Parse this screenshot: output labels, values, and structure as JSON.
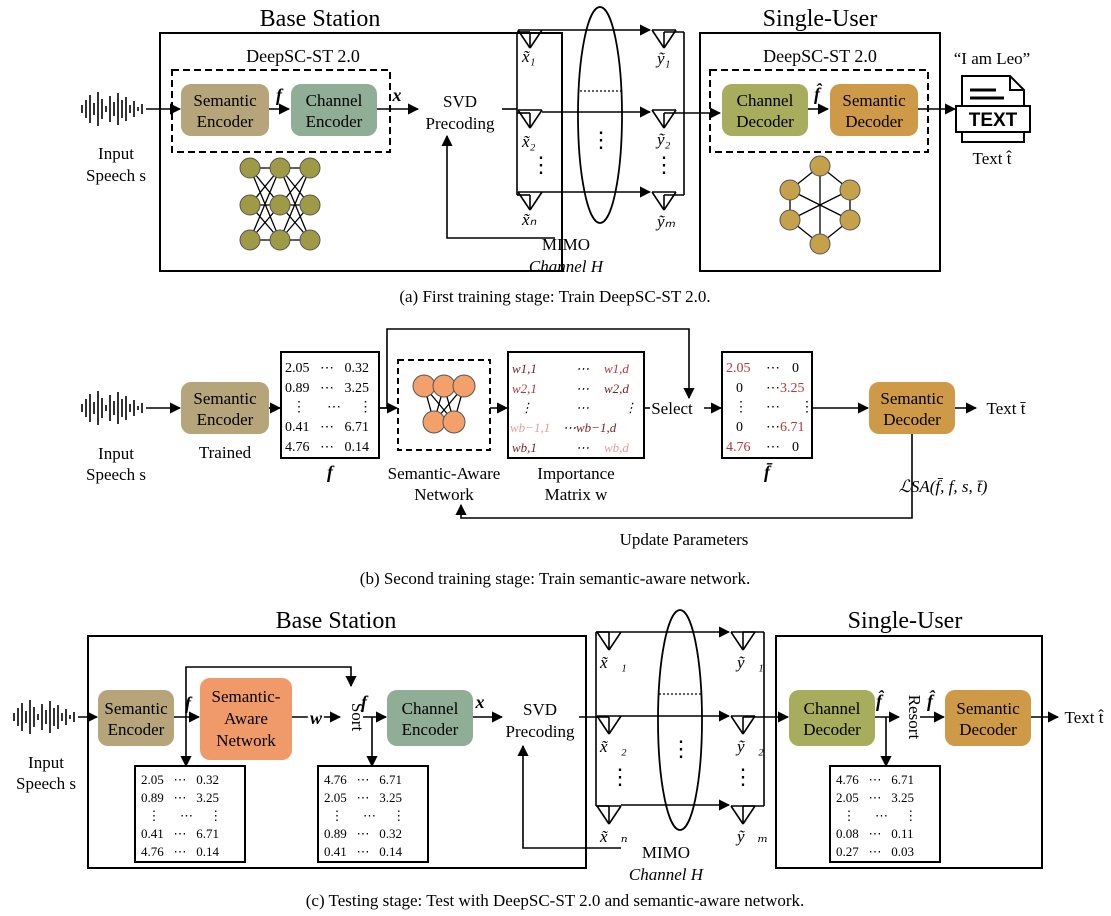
{
  "colors": {
    "semantic_encoder": "#b6a57a",
    "channel_encoder": "#8fae95",
    "channel_decoder": "#a7ad5c",
    "semantic_decoder": "#cf9a48",
    "semantic_aware": "#ef9a68",
    "node_olive": "#9e9a45",
    "node_orange": "#f3a06a",
    "node_gold": "#c4a14a",
    "dark_red": "#7a1f1f",
    "mid_red": "#b23a3a",
    "light_red": "#ea9a9a"
  },
  "panel_a": {
    "caption": "(a) First training stage: Train DeepSC-ST 2.0.",
    "base_station_title": "Base Station",
    "single_user_title": "Single-User",
    "deepsc_left": "DeepSC-ST 2.0",
    "deepsc_right": "DeepSC-ST 2.0",
    "semantic_encoder": [
      "Semantic",
      "Encoder"
    ],
    "channel_encoder": [
      "Channel",
      "Encoder"
    ],
    "channel_decoder": [
      "Channel",
      "Decoder"
    ],
    "semantic_decoder": [
      "Semantic",
      "Decoder"
    ],
    "svd": [
      "SVD",
      "Precoding"
    ],
    "input": [
      "Input",
      "Speech s"
    ],
    "mimo": [
      "MIMO",
      "Channel H"
    ],
    "quote": "“I am Leo”",
    "doc_label": "TEXT",
    "text_out": "Text t̂",
    "f_label": "f",
    "x_label": "x",
    "fhat_label": "f̂",
    "tx_labels": [
      "x̃₁",
      "x̃₂",
      "x̃ₙ"
    ],
    "rx_labels": [
      "ỹ₁",
      "ỹ₂",
      "ỹₘ"
    ],
    "vdots": "⋮"
  },
  "panel_b": {
    "caption": "(b) Second training stage: Train semantic-aware network.",
    "input": [
      "Input",
      "Speech s"
    ],
    "semantic_encoder": [
      "Semantic",
      "Encoder"
    ],
    "trained": "Trained",
    "f_label": "f",
    "matrix_f": [
      "2.05   ⋯   0.32",
      "0.89   ⋯   3.25",
      "  ⋮      ⋯     ⋮",
      "0.41   ⋯   6.71",
      "4.76   ⋯   0.14"
    ],
    "san_label": [
      "Semantic-Aware",
      "Network"
    ],
    "importance_label": [
      "Importance",
      "Matrix w"
    ],
    "w_rows": [
      [
        "w1,1",
        "⋯",
        "w1,d"
      ],
      [
        "w2,1",
        "⋯",
        "w2,d"
      ],
      [
        "⋮",
        "⋯",
        "⋮"
      ],
      [
        "wb−1,1",
        "⋯",
        "wb−1,d"
      ],
      [
        "wb,1",
        "⋯",
        "wb,d"
      ]
    ],
    "select": "Select",
    "fbar_rows": [
      [
        "2.05",
        "⋯",
        "0"
      ],
      [
        "0",
        "⋯",
        "3.25"
      ],
      [
        "⋮",
        "⋯",
        "⋮"
      ],
      [
        "0",
        "⋯",
        "6.71"
      ],
      [
        "4.76",
        "⋯",
        "0"
      ]
    ],
    "fbar_label": "f̄",
    "semantic_decoder": [
      "Semantic",
      "Decoder"
    ],
    "text_out": "Text t̄",
    "loss": "ℒSA(f̄, f, s, t̄)",
    "update": "Update Parameters"
  },
  "panel_c": {
    "caption": "(c) Testing stage: Test with DeepSC-ST 2.0 and semantic-aware network.",
    "base_station_title": "Base Station",
    "single_user_title": "Single-User",
    "input": [
      "Input",
      "Speech s"
    ],
    "semantic_encoder": [
      "Semantic",
      "Encoder"
    ],
    "san": [
      "Semantic-",
      "Aware",
      "Network"
    ],
    "w_label": "w",
    "sort": "Sort",
    "f_label": "f",
    "fvec_label": "f⃗",
    "xvec_label": "x⃗",
    "channel_encoder": [
      "Channel",
      "Encoder"
    ],
    "svd": [
      "SVD",
      "Precoding"
    ],
    "matrix_f": [
      "2.05   ⋯   0.32",
      "0.89   ⋯   3.25",
      "  ⋮      ⋯     ⋮",
      "0.41   ⋯   6.71",
      "4.76   ⋯   0.14"
    ],
    "matrix_sorted": [
      "4.76   ⋯   6.71",
      "2.05   ⋯   3.25",
      "  ⋮      ⋯     ⋮",
      "0.89   ⋯   0.32",
      "0.41   ⋯   0.14"
    ],
    "tx_labels": [
      "x̃⃗₁",
      "x̃⃗₂",
      "x̃⃗ₙ"
    ],
    "rx_labels": [
      "ỹ⃗₁",
      "ỹ⃗₂",
      "ỹ⃗ₘ"
    ],
    "mimo": [
      "MIMO",
      "Channel H"
    ],
    "channel_decoder": [
      "Channel",
      "Decoder"
    ],
    "fhatvec_label": "f̂⃗",
    "resort": "Resort",
    "fhat_label": "f̂",
    "semantic_decoder": [
      "Semantic",
      "Decoder"
    ],
    "text_out": "Text t̂",
    "matrix_decoded": [
      "4.76   ⋯   6.71",
      "2.05   ⋯   3.25",
      "  ⋮      ⋯     ⋮",
      "0.08   ⋯   0.11",
      "0.27   ⋯   0.03"
    ],
    "vdots": "⋮"
  }
}
